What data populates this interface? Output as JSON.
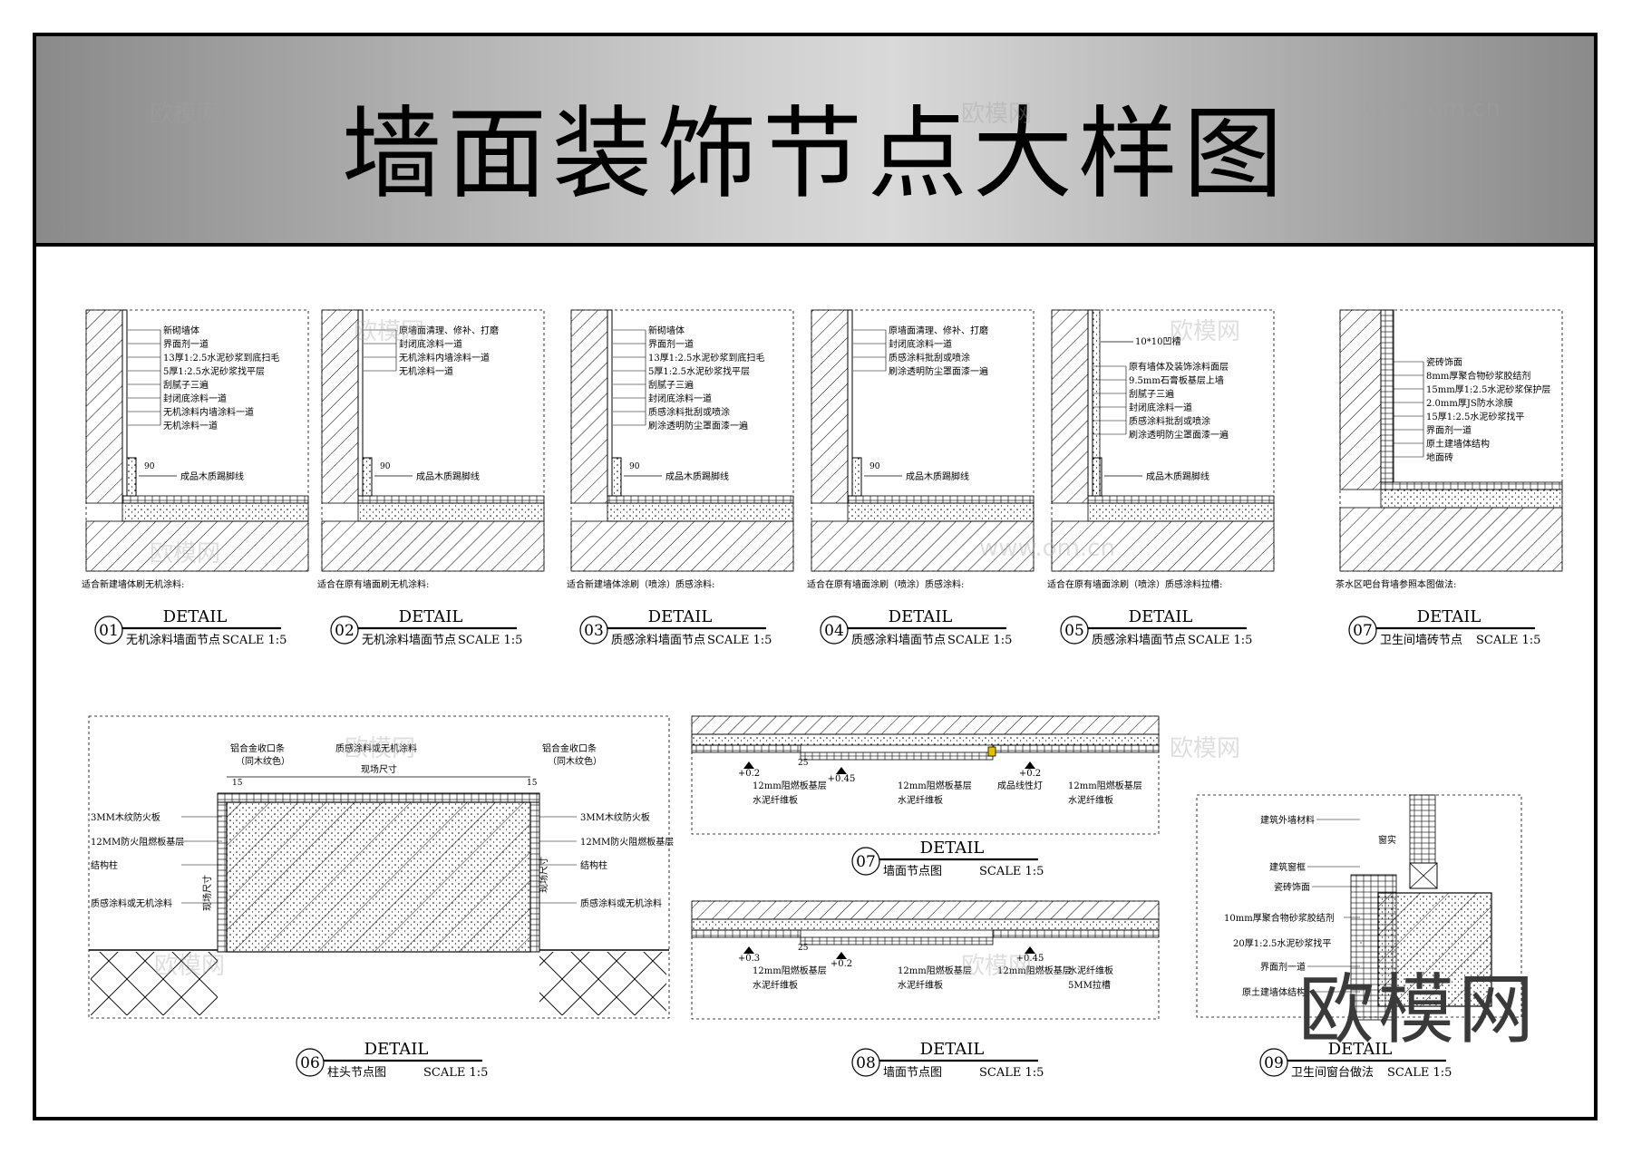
{
  "title": "墙面装饰节点大样图",
  "watermark": "欧模网",
  "watermark_url": "www.om.cn",
  "corner_watermark": "欧模网",
  "scale_text": "SCALE 1:5",
  "detail_word": "DETAIL",
  "panels": [
    {
      "num": "01",
      "name": "无机涂料墙面节点",
      "note": "适合新建墙体刷无机涂料:",
      "labels": [
        "新砌墙体",
        "界面剂一道",
        "13厚1:2.5水泥砂浆到底扫毛",
        "5厚1:2.5水泥砂浆找平层",
        "刮腻子三遍",
        "封闭底涂料一道",
        "无机涂料内墙涂料一道",
        "无机涂料一道"
      ],
      "skirting": "成品木质踢脚线",
      "dim": "90"
    },
    {
      "num": "02",
      "name": "无机涂料墙面节点",
      "note": "适合在原有墙面刷无机涂料:",
      "labels": [
        "原墙面清理、修补、打磨",
        "封闭底涂料一道",
        "无机涂料内墙涂料一道",
        "无机涂料一道"
      ],
      "skirting": "成品木质踢脚线",
      "dim": "90"
    },
    {
      "num": "03",
      "name": "质感涂料墙面节点",
      "note": "适合新建墙体涂刷（喷涂）质感涂料:",
      "labels": [
        "新砌墙体",
        "界面剂一道",
        "13厚1:2.5水泥砂浆到底扫毛",
        "5厚1:2.5水泥砂浆找平层",
        "刮腻子三遍",
        "封闭底涂料一道",
        "质感涂料批刮或喷涂",
        "刷涂透明防尘罩面漆一遍"
      ],
      "skirting": "成品木质踢脚线",
      "dim": "90"
    },
    {
      "num": "04",
      "name": "质感涂料墙面节点",
      "note": "适合在原有墙面涂刷（喷涂）质感涂料:",
      "labels": [
        "原墙面清理、修补、打磨",
        "封闭底涂料一道",
        "质感涂料批刮或喷涂",
        "刷涂透明防尘罩面漆一遍"
      ],
      "skirting": "成品木质踢脚线",
      "dim": "90"
    },
    {
      "num": "05",
      "name": "质感涂料墙面节点",
      "note": "适合在原有墙面涂刷（喷涂）质感涂料拉槽:",
      "labels": [
        "原有墙体及装饰涂料面层",
        "9.5mm石膏板基层上墙",
        "刮腻子三遍",
        "封闭底涂料一道",
        "质感涂料批刮或喷涂",
        "刷涂透明防尘罩面漆一遍"
      ],
      "skirting": "成品木质踢脚线",
      "dim": "",
      "groove": "10*10凹槽"
    },
    {
      "num": "07",
      "name": "卫生间墙砖节点",
      "note": "茶水区吧台背墙参照本图做法:",
      "labels": [
        "瓷砖饰面",
        "8mm厚聚合物砂浆胶结剂",
        "15mm厚1:2.5水泥砂浆保护层",
        "2.0mm厚JS防水涂膜",
        "15厚1:2.5水泥砂浆找平",
        "界面剂一道",
        "原土建墙体结构",
        "地面砖"
      ],
      "skirting": "",
      "dim": ""
    }
  ],
  "column_detail": {
    "num": "06",
    "name": "柱头节点图",
    "top_labels": [
      "铝合金收口条",
      "（同木纹色）",
      "质感涂料或无机涂料",
      "现场尺寸"
    ],
    "left_labels": [
      "3MM木纹防火板",
      "12MM防火阻燃板基层",
      "结构柱",
      "质感涂料或无机涂料"
    ],
    "right_labels": [
      "3MM木纹防火板",
      "12MM防火阻燃板基层",
      "结构柱",
      "质感涂料或无机涂料"
    ],
    "vertical": "现场尺寸",
    "dim": "15"
  },
  "wall_detail_a": {
    "num": "07",
    "name": "墙面节点图",
    "levels": [
      "+0.2",
      "+0.45",
      "+0.2"
    ],
    "dim": "25",
    "labels": [
      "12mm阻燃板基层",
      "水泥纤维板",
      "12mm阻燃板基层",
      "水泥纤维板",
      "成品线性灯",
      "12mm阻燃板基层",
      "水泥纤维板"
    ]
  },
  "wall_detail_b": {
    "num": "08",
    "name": "墙面节点图",
    "levels": [
      "+0.3",
      "+0.2",
      "+0.45"
    ],
    "dim": "25",
    "labels": [
      "12mm阻燃板基层",
      "水泥纤维板",
      "12mm阻燃板基层",
      "水泥纤维板",
      "12mm阻燃板基层",
      "水泥纤维板",
      "5MM拉槽"
    ]
  },
  "window_detail": {
    "num": "09",
    "name": "卫生间窗台做法",
    "labels": [
      "建筑外墙材料",
      "窗实",
      "建筑窗框",
      "瓷砖饰面",
      "10mm厚聚合物砂浆胶结剂",
      "20厚1:2.5水泥砂浆找平",
      "界面剂一道",
      "原土建墙体结构"
    ]
  },
  "colors": {
    "line": "#000000",
    "banner_left": "#8a8a8a",
    "banner_mid": "#d9d9d9",
    "watermark": "#a0a0a0"
  }
}
